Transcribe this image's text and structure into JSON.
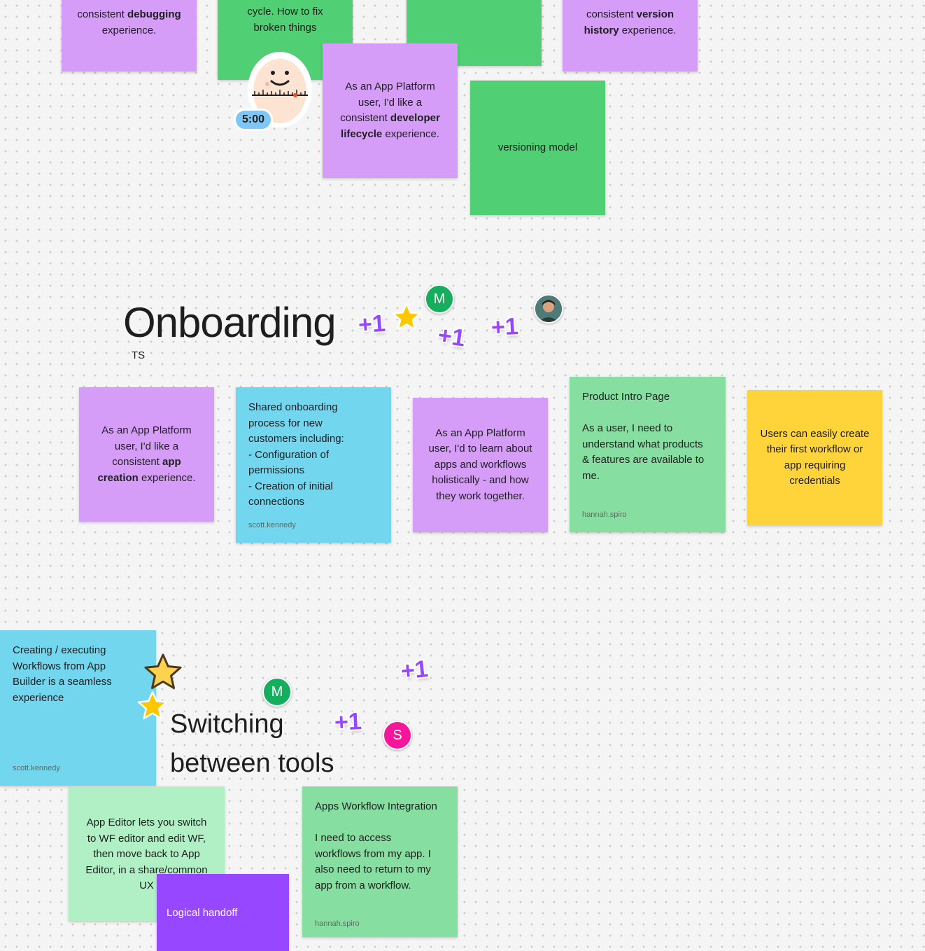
{
  "top_row": {
    "debugging_note": {
      "pre": "consistent ",
      "bold": "debugging",
      "post": "\nexperience."
    },
    "cycle_note": "cycle. How to fix\nbroken things",
    "version_history_note": {
      "pre": "consistent ",
      "bold": "version\nhistory",
      "post": " experience."
    },
    "developer_lifecycle_note": {
      "pre": "As an App Platform\nuser, I'd like a\nconsistent ",
      "bold": "developer\nlifecycle",
      "post": " experience."
    },
    "versioning_model_note": "versioning model",
    "timer_label": "5:00"
  },
  "onboarding": {
    "title": "Onboarding",
    "cursor_label": "TS",
    "avatar_m": "M",
    "plus_one": "+1",
    "notes": {
      "app_creation": {
        "pre": "As an App Platform\nuser, I'd like a\nconsistent ",
        "bold": "app\ncreation",
        "post": " experience."
      },
      "shared_onboarding": {
        "body": "Shared onboarding\nprocess for new\ncustomers including:\n- Configuration of\npermissions\n- Creation of initial\nconnections",
        "author": "scott.kennedy"
      },
      "learn_apps": "As an App Platform\nuser, I'd to learn about\napps and workflows\nholistically - and how\nthey work together.",
      "product_intro": {
        "body": "Product Intro Page\n\nAs a user, I need to\nunderstand what products\n& features are available to\nme.",
        "author": "hannah.spiro"
      },
      "first_workflow": "Users can easily create\ntheir first workflow or\napp requiring\ncredentials"
    }
  },
  "switching": {
    "title_line1": "Switching",
    "title_line2": "between tools",
    "avatar_m": "M",
    "avatar_s": "S",
    "plus_one": "+1",
    "notes": {
      "creating_workflows": {
        "body": "Creating / executing\nWorkflows from App\nBuilder is a seamless\nexperience",
        "author": "scott.kennedy"
      },
      "app_editor": "App Editor lets you switch\nto WF editor and edit WF,\nthen move back to App\nEditor, in a share/common\nUX",
      "logical_handoff": "Logical handoff",
      "apps_workflow_integration": {
        "body": "Apps Workflow Integration\n\nI need to access\nworkflows from my app. I\nalso need to return to my\napp from a workflow.",
        "author": "hannah.spiro"
      }
    }
  },
  "colors": {
    "purple": "#d59cf8",
    "green": "#50cf74",
    "light_green": "#86dea0",
    "pale_green": "#b1f0c5",
    "cyan": "#73d6ef",
    "yellow": "#ffd43b",
    "violet": "#9747ff",
    "avatar_green": "#14ae5c",
    "avatar_pink": "#f5169c",
    "star_yellow": "#ffc700"
  },
  "icons": [
    "star-icon",
    "star-outline-icon",
    "timer-face-icon",
    "user-photo-avatar"
  ]
}
